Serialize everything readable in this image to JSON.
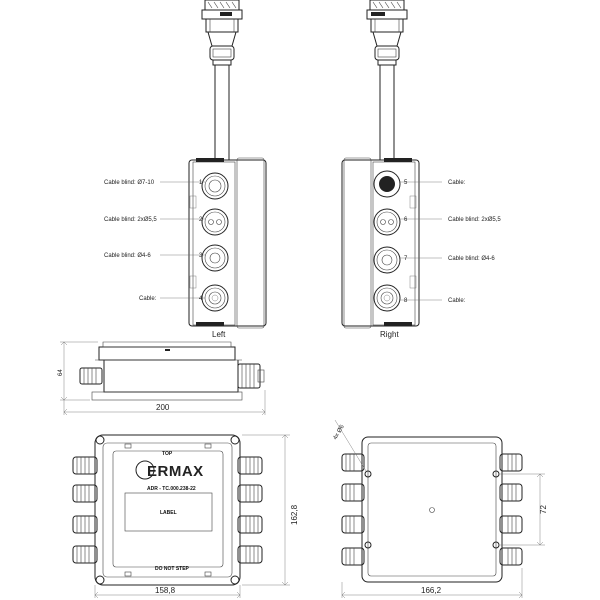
{
  "left_view": {
    "caption": "Left",
    "callouts": [
      {
        "label": "Cable blind: Ø7-10",
        "number": "1"
      },
      {
        "label": "Cable blind: 2xØ5,5",
        "number": "2"
      },
      {
        "label": "Cable blind: Ø4-6",
        "number": "3"
      },
      {
        "label": "Cable:",
        "number": "4"
      }
    ]
  },
  "right_view": {
    "caption": "Right",
    "callouts": [
      {
        "label": "Cable:",
        "number": "5"
      },
      {
        "label": "Cable blind: 2xØ5,5",
        "number": "6"
      },
      {
        "label": "Cable blind: Ø4-6",
        "number": "7"
      },
      {
        "label": "Cable:",
        "number": "8"
      }
    ]
  },
  "side_view": {
    "height_dim": "64",
    "width_dim": "200"
  },
  "front_view": {
    "logo": "ERMAX",
    "part_code": "ADR - TC.000.238-22",
    "top_label": "TOP",
    "label_text": "LABEL",
    "warning": "DO NOT STEP",
    "width_dim": "158,8",
    "height_dim": "162,8"
  },
  "back_view": {
    "hole_dim": "4x Ø6",
    "spacing_dim": "72",
    "width_dim": "166,2"
  },
  "icons": [
    "cable-gland-icon",
    "mounting-hole-icon",
    "cable-entry-icon"
  ]
}
